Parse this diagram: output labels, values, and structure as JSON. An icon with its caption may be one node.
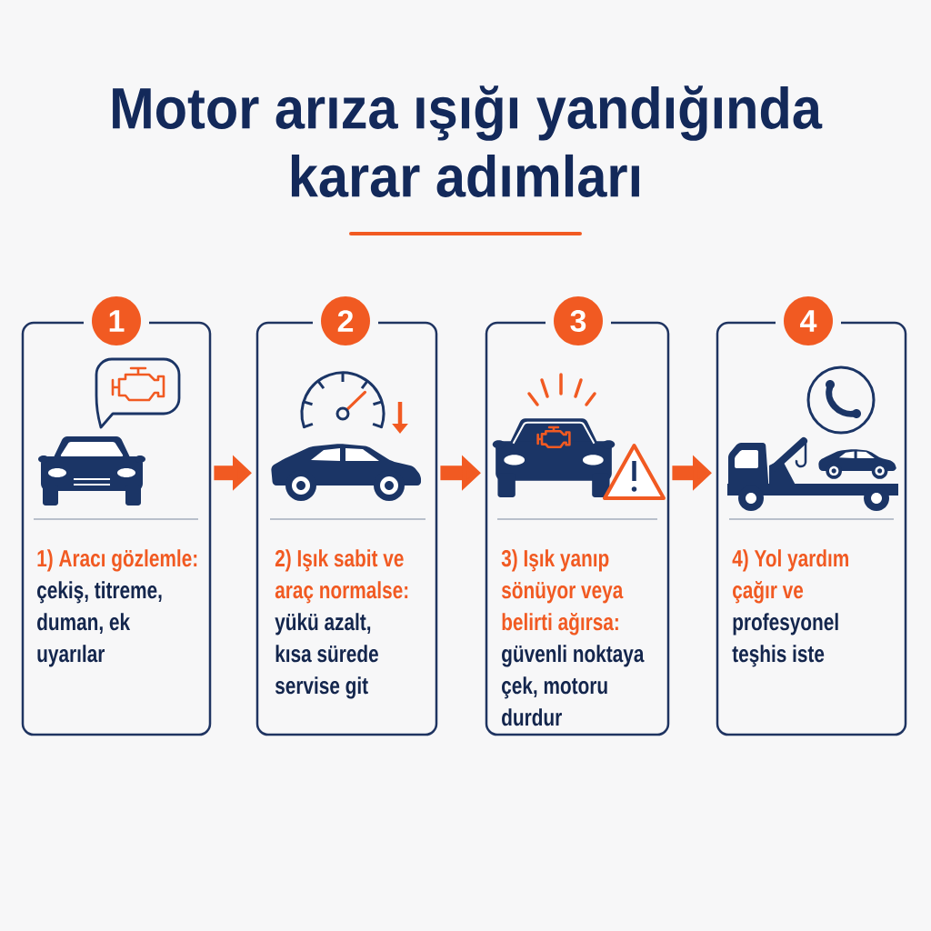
{
  "diagram": {
    "title": "Motor arıza ışığı yandığında karar adımları",
    "nodes": [
      {
        "text": [
          "1"
        ]
      },
      {
        "text": [
          "1) Aracı gözlemle:",
          "çekiş, titreme, duman, ek uyarılar"
        ]
      },
      {
        "text": [
          "2"
        ]
      },
      {
        "text": [
          "2) Işık sabit ve araç normalse:",
          "yükü azalt, kısa sürede servise git"
        ]
      },
      {
        "text": [
          "3"
        ]
      },
      {
        "text": [
          "3) Işık yanıp sönüyor veya belirti ağırsa:",
          "güvenli noktaya çek, motoru durdur"
        ]
      },
      {
        "text": [
          "4"
        ]
      },
      {
        "text": [
          "4) Yol yardım çağır ve",
          "profesyonel teşhis iste"
        ]
      }
    ],
    "edges": [
      {
        "from": 1,
        "to": 3,
        "arrow": "to"
      },
      {
        "from": 3,
        "to": 5,
        "arrow": "to"
      },
      {
        "from": 5,
        "to": 7,
        "arrow": "to"
      }
    ]
  }
}
